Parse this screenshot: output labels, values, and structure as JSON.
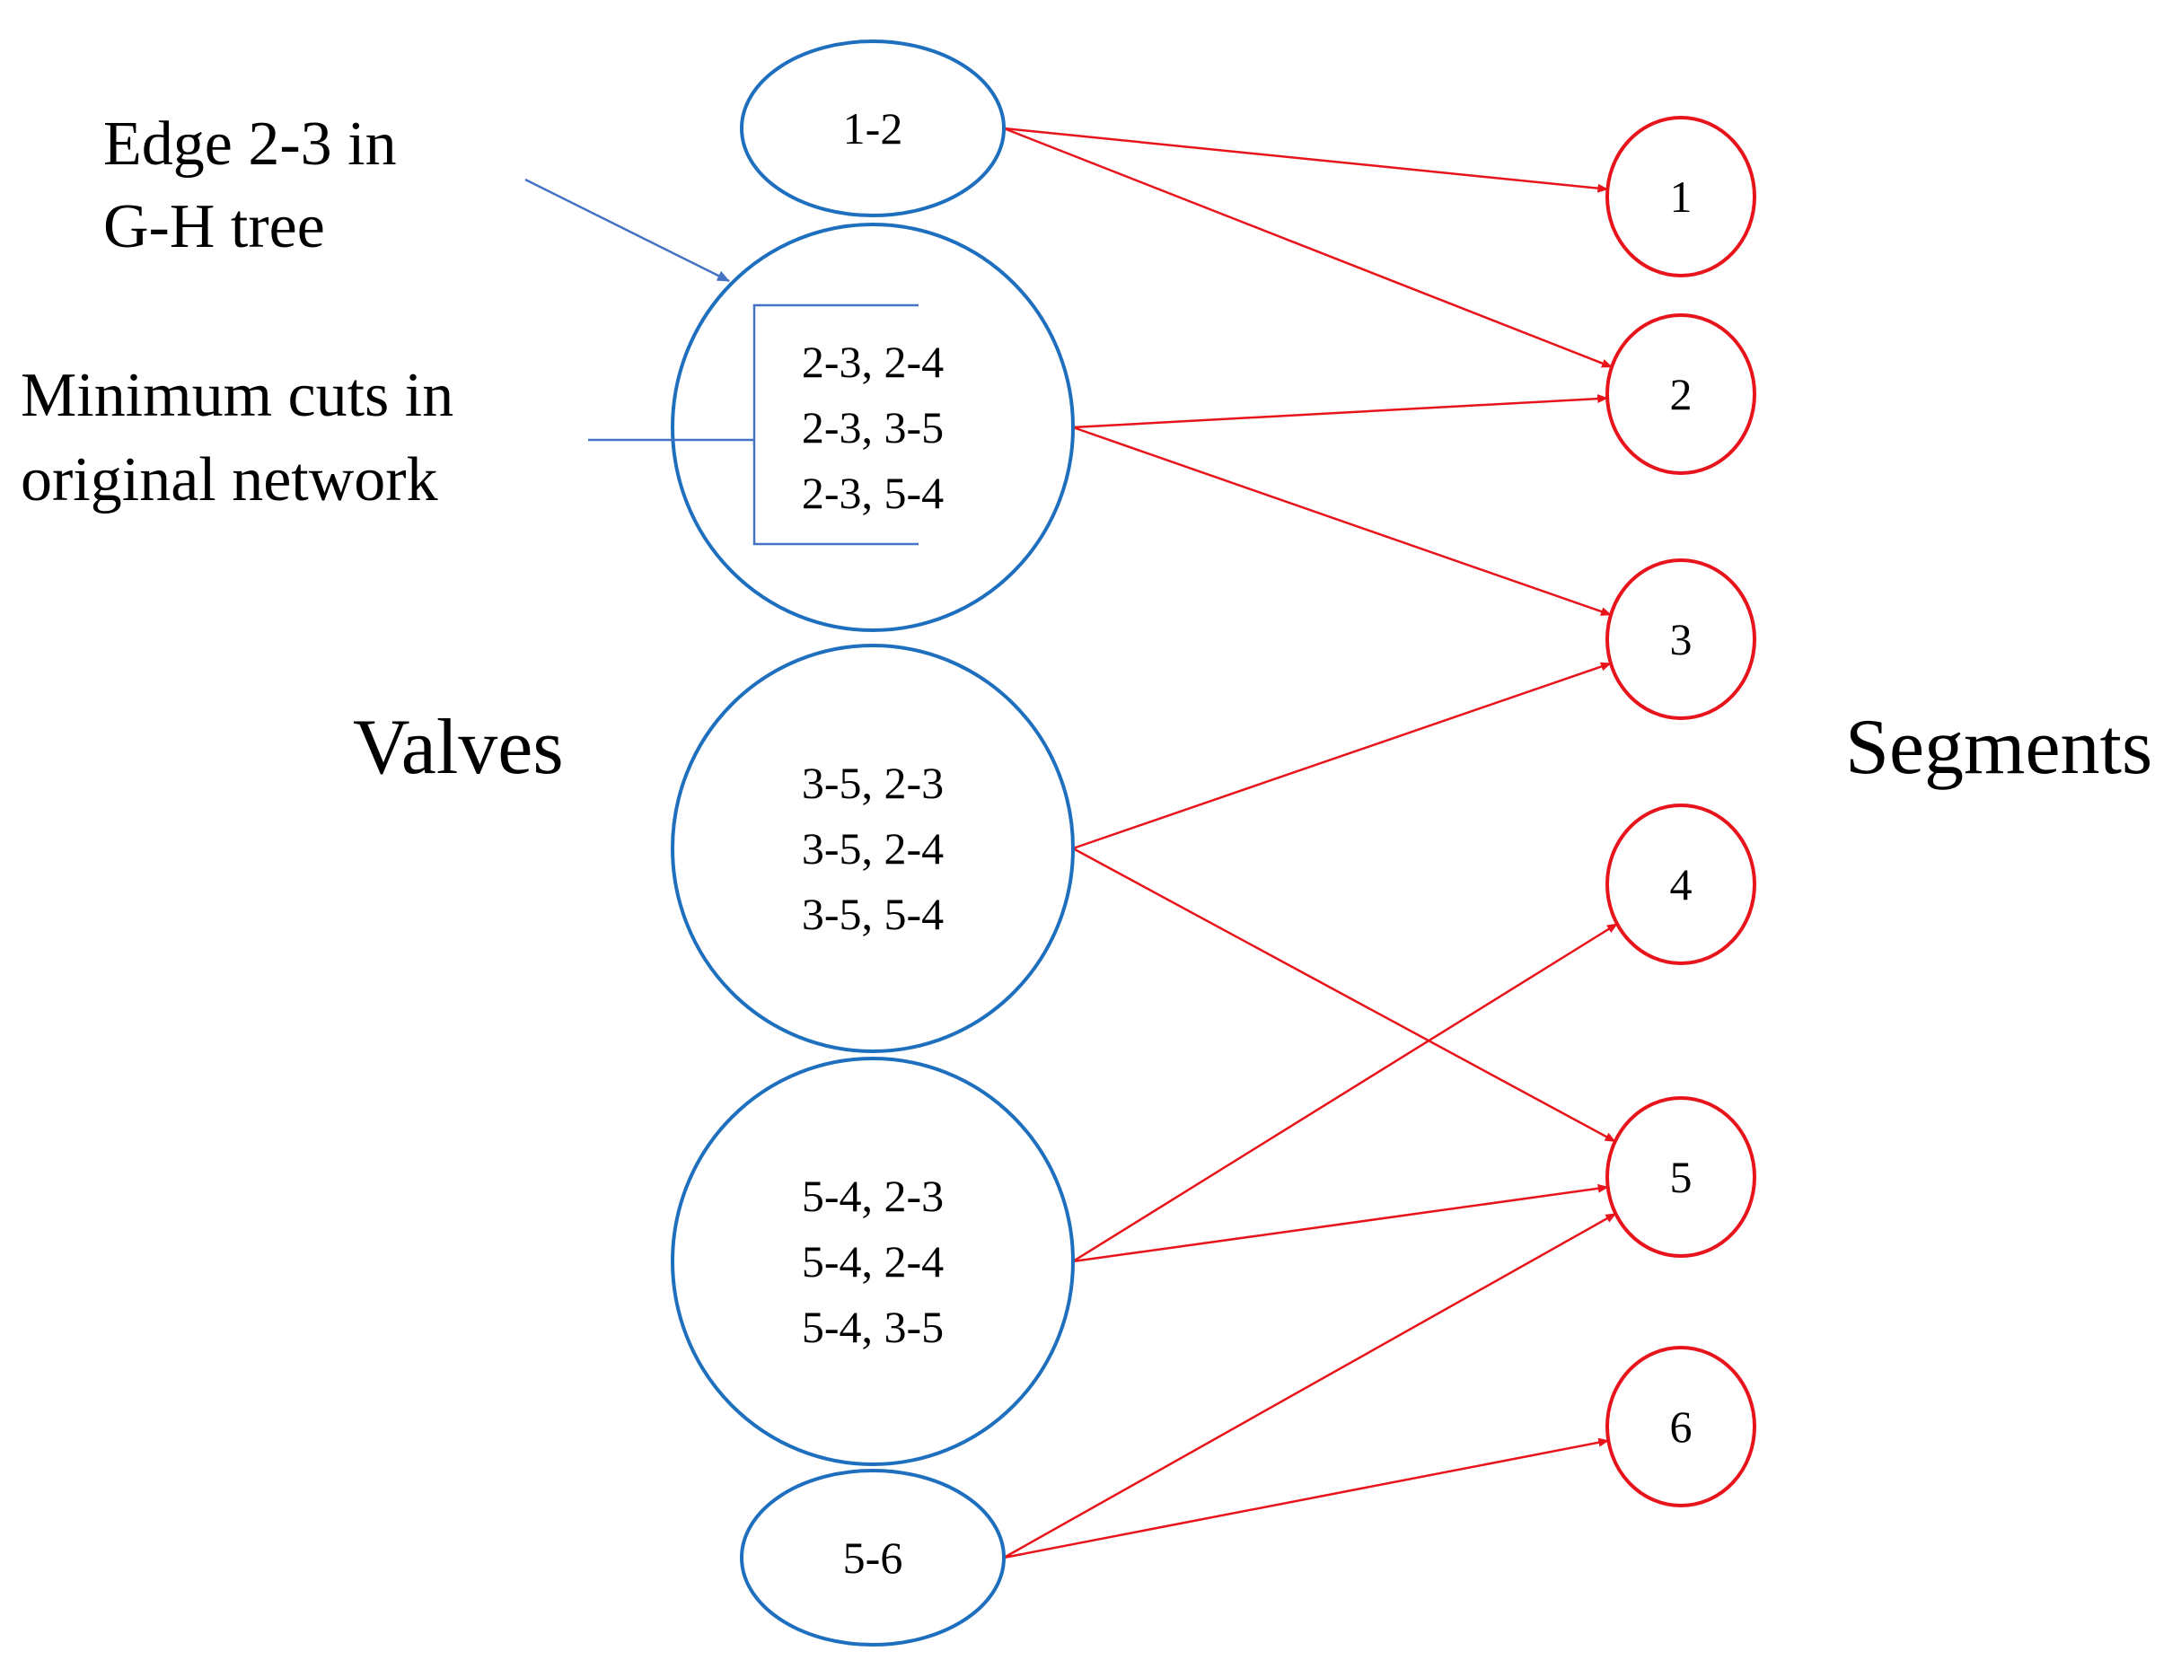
{
  "colors": {
    "valve": "#1F6FBF",
    "segment": "#E8141B",
    "edge": "#E8141B",
    "annotation_arrow": "#4472C4",
    "text": "#000000"
  },
  "headings": {
    "valves": "Valves",
    "segments": "Segments"
  },
  "annotations": {
    "gh_edge": [
      "Edge 2-3 in",
      "G-H tree"
    ],
    "min_cuts": [
      "Minimum cuts in",
      "original network"
    ]
  },
  "valves": [
    {
      "id": "v12",
      "lines": [
        "1-2"
      ]
    },
    {
      "id": "v23",
      "lines": [
        "2-3, 2-4",
        "2-3, 3-5",
        "2-3, 5-4"
      ]
    },
    {
      "id": "v35",
      "lines": [
        "3-5, 2-3",
        "3-5, 2-4",
        "3-5, 5-4"
      ]
    },
    {
      "id": "v54",
      "lines": [
        "5-4, 2-3",
        "5-4, 2-4",
        "5-4, 3-5"
      ]
    },
    {
      "id": "v56",
      "lines": [
        "5-6"
      ]
    }
  ],
  "segments": [
    {
      "id": "s1",
      "label": "1"
    },
    {
      "id": "s2",
      "label": "2"
    },
    {
      "id": "s3",
      "label": "3"
    },
    {
      "id": "s4",
      "label": "4"
    },
    {
      "id": "s5",
      "label": "5"
    },
    {
      "id": "s6",
      "label": "6"
    }
  ],
  "edges": [
    {
      "from": "v12",
      "to": "s1"
    },
    {
      "from": "v12",
      "to": "s2"
    },
    {
      "from": "v23",
      "to": "s2"
    },
    {
      "from": "v23",
      "to": "s3"
    },
    {
      "from": "v35",
      "to": "s3"
    },
    {
      "from": "v35",
      "to": "s5"
    },
    {
      "from": "v54",
      "to": "s4"
    },
    {
      "from": "v54",
      "to": "s5"
    },
    {
      "from": "v56",
      "to": "s5"
    },
    {
      "from": "v56",
      "to": "s6"
    }
  ]
}
